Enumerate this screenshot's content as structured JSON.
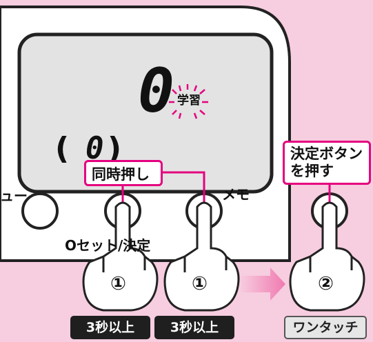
{
  "lcd": {
    "digit_big": "0",
    "study_label": "学習",
    "paren_open": "(",
    "digit_small": "0",
    "paren_close": ")"
  },
  "buttons": {
    "menu_label": "ュー",
    "memo_label": "メモ",
    "zero_set_label": "Oセット/決定"
  },
  "callouts": {
    "simultaneous": "同時押し",
    "confirm_line1": "決定ボタン",
    "confirm_line2": "を押す"
  },
  "steps": {
    "step1_a": "①",
    "step1_b": "①",
    "step2": "②"
  },
  "badges": {
    "three_sec_a": "3秒以上",
    "three_sec_b": "3秒以上",
    "one_touch": "ワンタッチ"
  },
  "colors": {
    "background": "#f7cde0",
    "accent_magenta": "#e5007f",
    "arrow_pink": "#f07ab0",
    "device_white": "#ffffff",
    "lcd_gray": "#e3e3e3"
  }
}
